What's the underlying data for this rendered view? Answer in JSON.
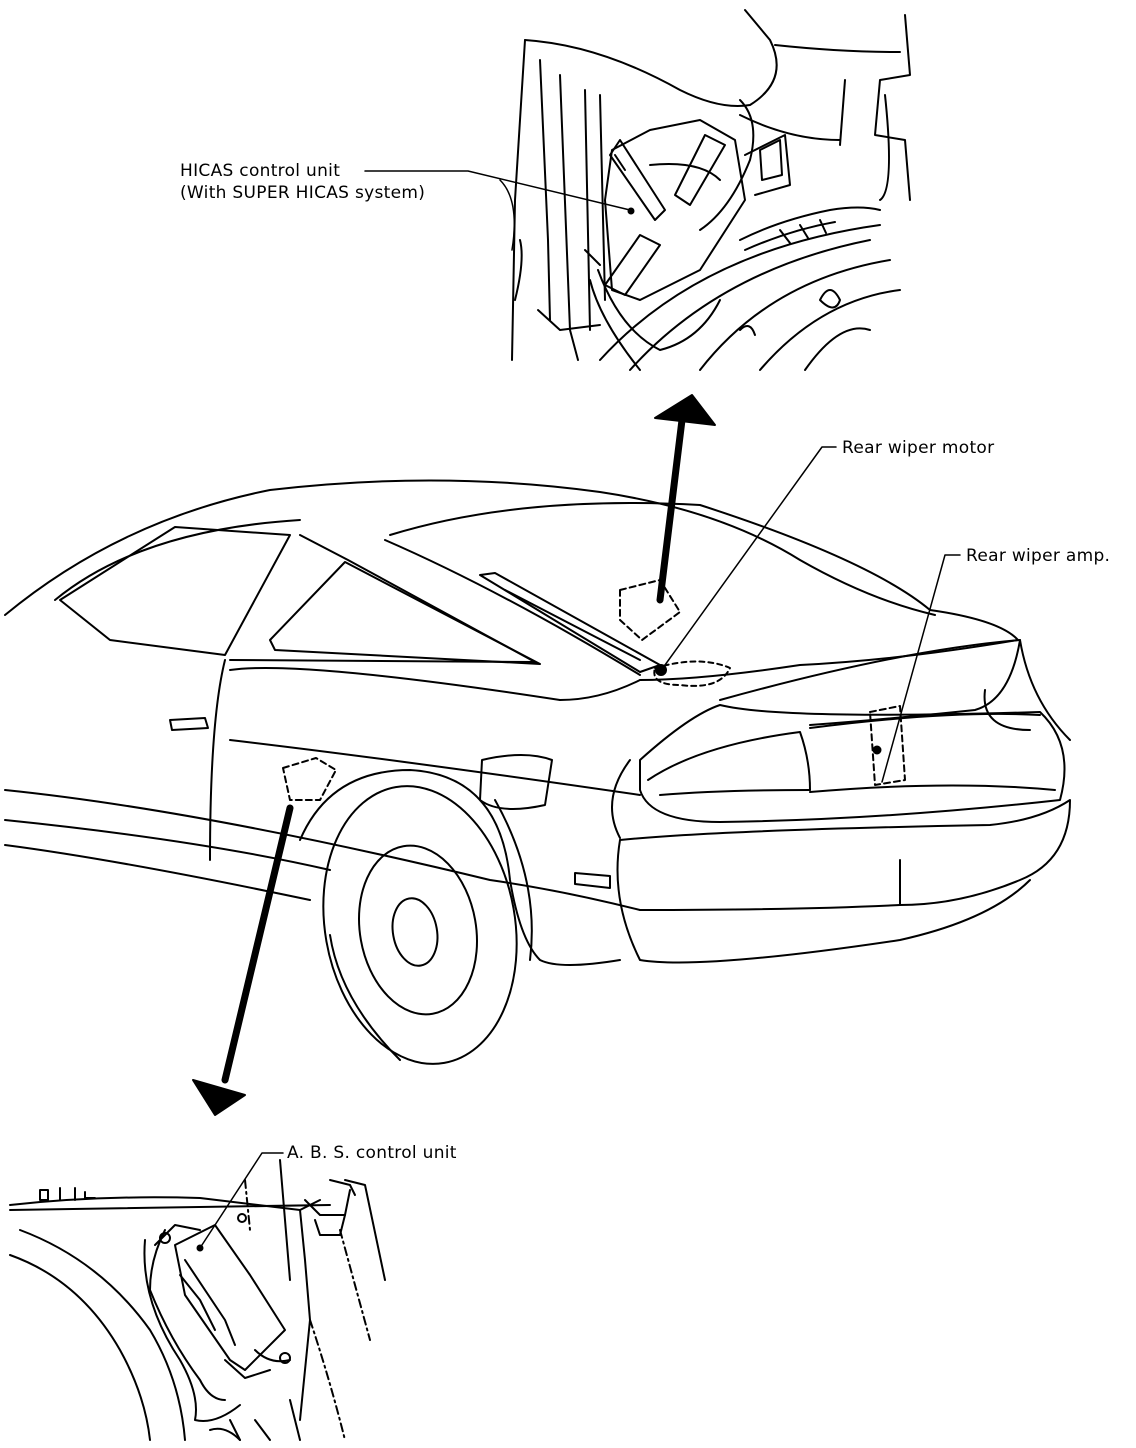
{
  "labels": {
    "hicas_line1": "HICAS control unit",
    "hicas_line2": "(With SUPER HICAS system)",
    "rear_wiper_motor": "Rear wiper motor",
    "rear_wiper_amp": "Rear wiper amp.",
    "abs_control_unit": "A. B. S. control unit"
  },
  "colors": {
    "ink": "#000000",
    "paper": "#ffffff"
  }
}
